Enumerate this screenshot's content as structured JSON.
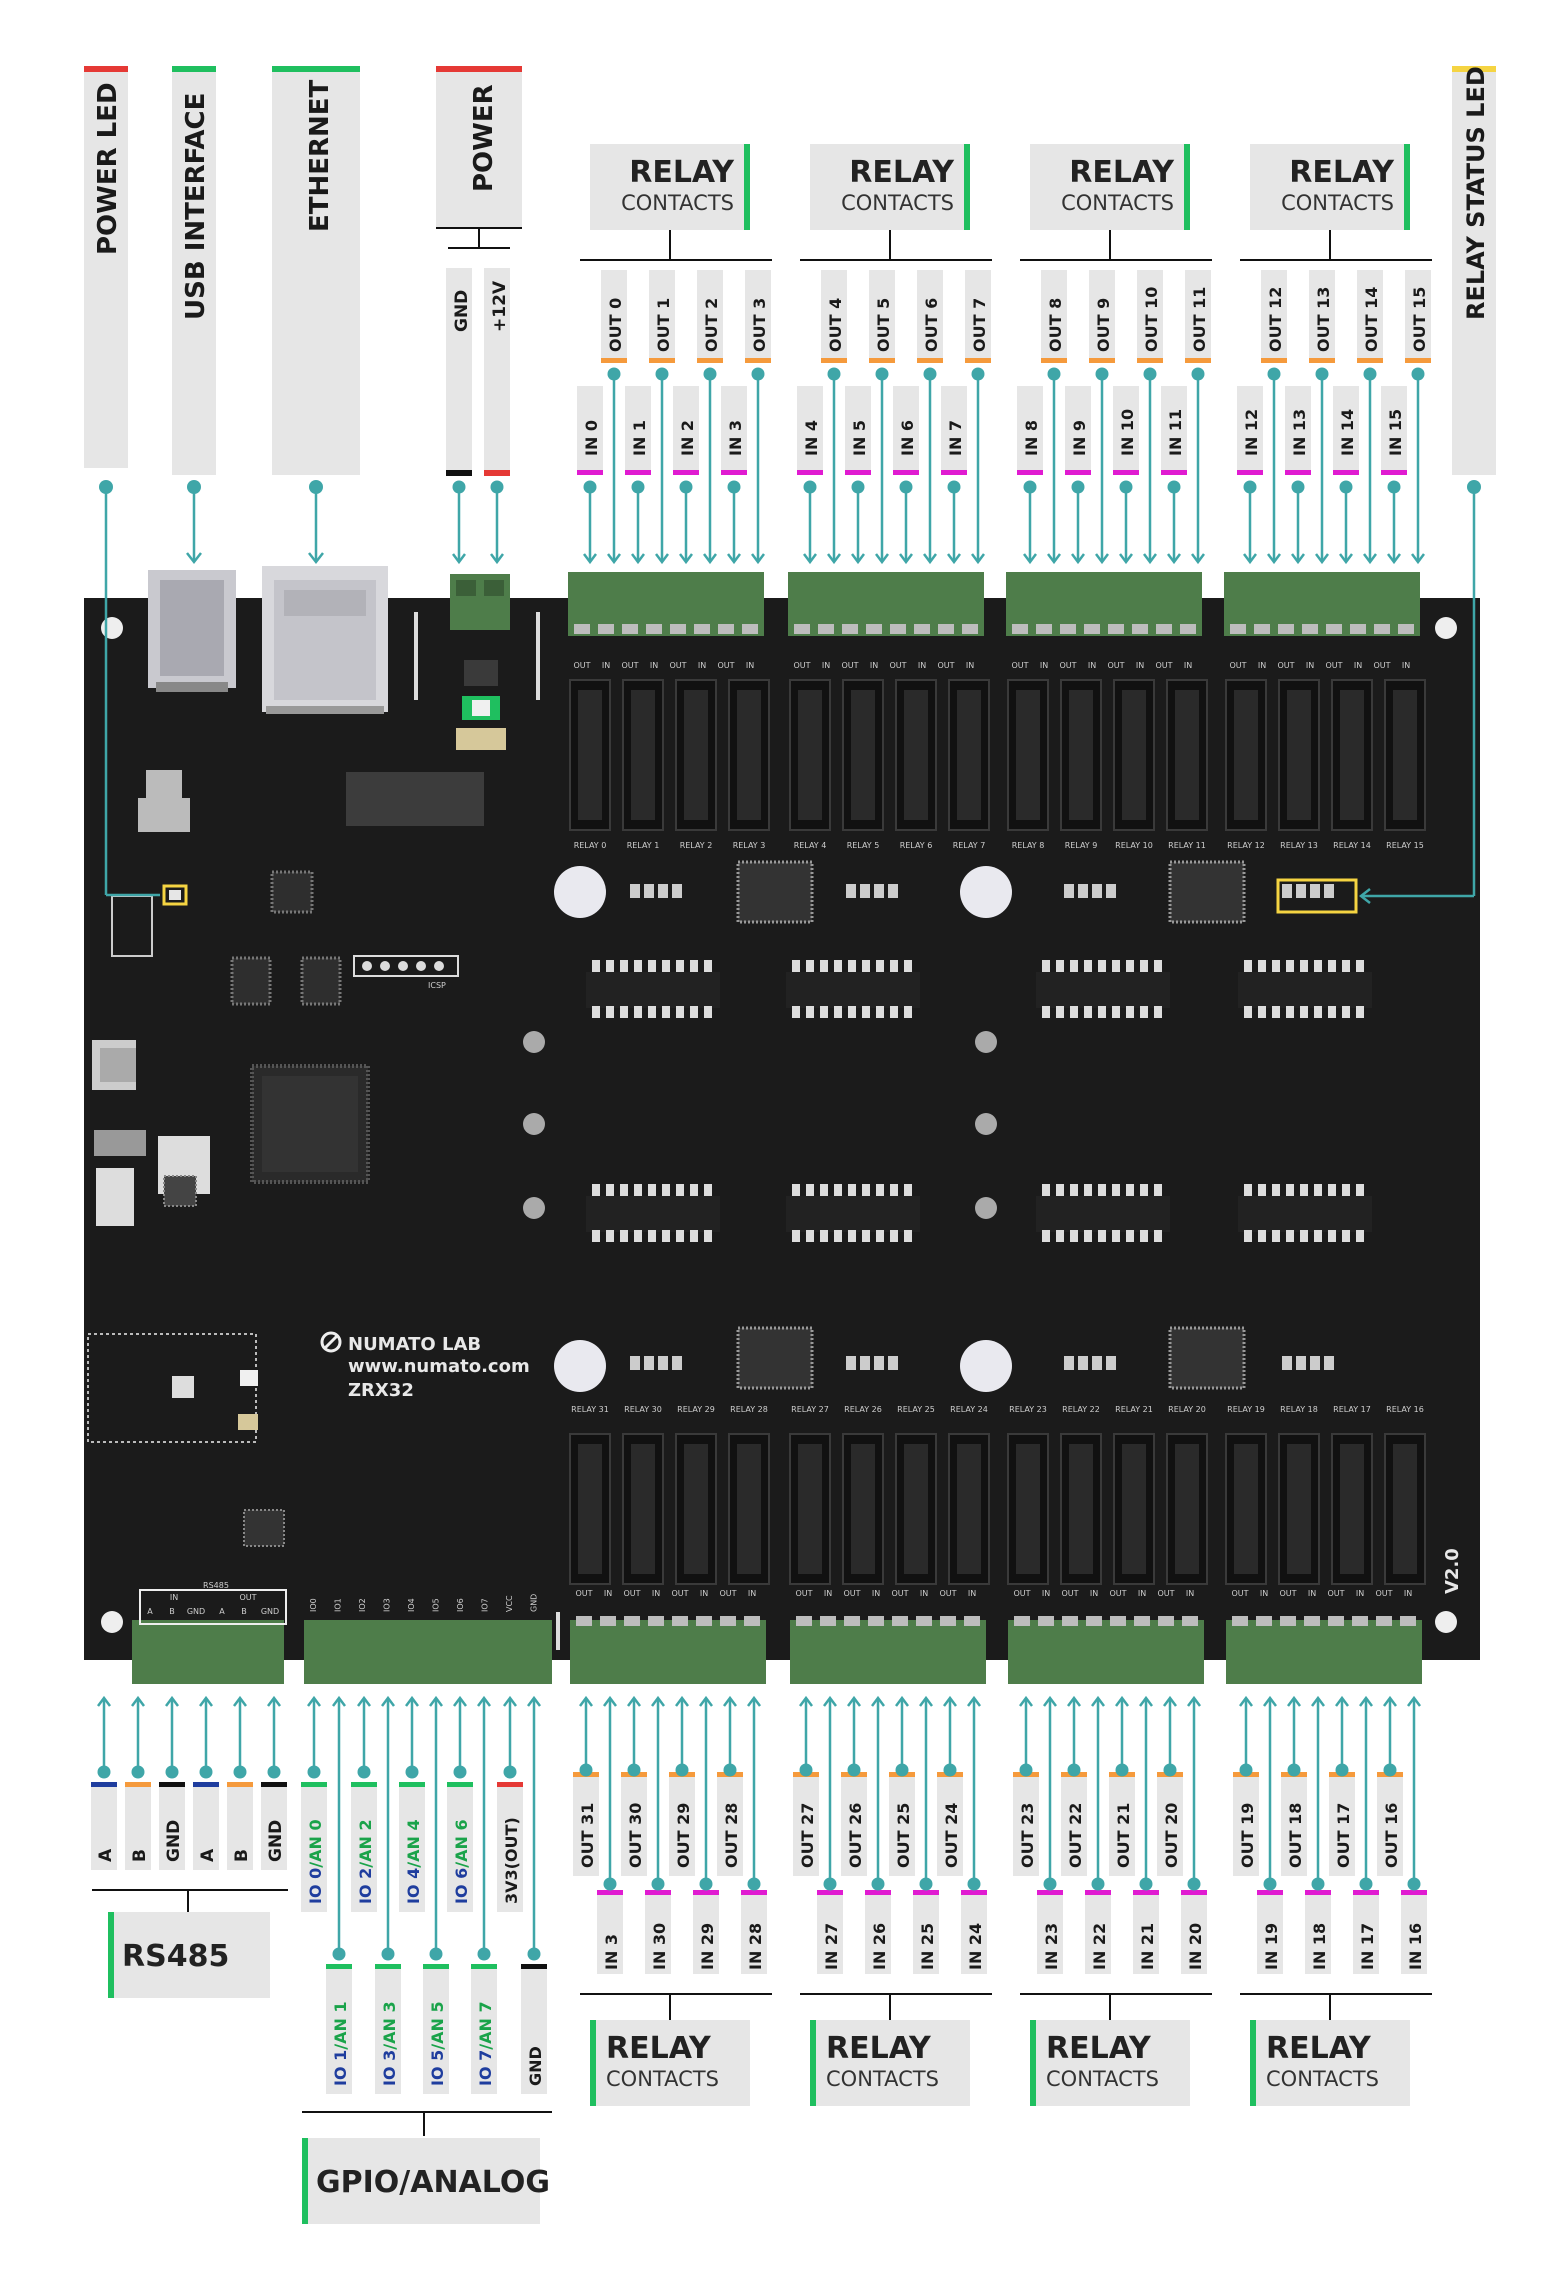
{
  "colors": {
    "board": "#1b1b1b",
    "connector": "#4e7d4a",
    "wire": "#3fa6a8",
    "label_bg": "#e6e6e6",
    "accent_red": "#e53935",
    "accent_green": "#1fbf5f",
    "accent_yellow": "#f5d442",
    "accent_orange": "#f59a3c",
    "accent_magenta": "#e01bd1",
    "accent_blue": "#1f3d9e",
    "accent_black": "#111111",
    "io_blue": "#1f3d9e",
    "io_green": "#1aa34a"
  },
  "top_labels": {
    "power_led": "POWER LED",
    "usb_interface": "USB INTERFACE",
    "ethernet": "ETHERNET",
    "power": "POWER",
    "relay_status_led": "RELAY STATUS LED"
  },
  "power_pins": [
    "GND",
    "+12V"
  ],
  "relay_box": {
    "title": "RELAY",
    "subtitle": "CONTACTS"
  },
  "top_groups": [
    {
      "outs": [
        "OUT 0",
        "OUT 1",
        "OUT 2",
        "OUT 3"
      ],
      "ins": [
        "IN 0",
        "IN 1",
        "IN 2",
        "IN 3"
      ]
    },
    {
      "outs": [
        "OUT 4",
        "OUT 5",
        "OUT 6",
        "OUT 7"
      ],
      "ins": [
        "IN 4",
        "IN 5",
        "IN 6",
        "IN 7"
      ]
    },
    {
      "outs": [
        "OUT 8",
        "OUT 9",
        "OUT 10",
        "OUT 11"
      ],
      "ins": [
        "IN 8",
        "IN 9",
        "IN 10",
        "IN 11"
      ]
    },
    {
      "outs": [
        "OUT 12",
        "OUT 13",
        "OUT 14",
        "OUT 15"
      ],
      "ins": [
        "IN 12",
        "IN 13",
        "IN 14",
        "IN 15"
      ]
    }
  ],
  "bottom_groups": [
    {
      "outs": [
        "OUT 31",
        "OUT 30",
        "OUT 29",
        "OUT 28"
      ],
      "ins": [
        "IN 3",
        "IN 30",
        "IN 29",
        "IN 28"
      ]
    },
    {
      "outs": [
        "OUT 27",
        "OUT 26",
        "OUT 25",
        "OUT 24"
      ],
      "ins": [
        "IN 27",
        "IN 26",
        "IN 25",
        "IN 24"
      ]
    },
    {
      "outs": [
        "OUT 23",
        "OUT 22",
        "OUT 21",
        "OUT 20"
      ],
      "ins": [
        "IN 23",
        "IN 22",
        "IN 21",
        "IN 20"
      ]
    },
    {
      "outs": [
        "OUT 19",
        "OUT 18",
        "OUT 17",
        "OUT 16"
      ],
      "ins": [
        "IN 19",
        "IN 18",
        "IN 17",
        "IN 16"
      ]
    }
  ],
  "rs485": {
    "title": "RS485",
    "pins": [
      "A",
      "B",
      "GND",
      "A",
      "B",
      "GND"
    ]
  },
  "gpio": {
    "title": "GPIO/ANALOG",
    "upper": [
      {
        "io": "IO 0",
        "an": "AN 0"
      },
      {
        "io": "IO 2",
        "an": "AN 2"
      },
      {
        "io": "IO 4",
        "an": "AN 4"
      },
      {
        "io": "IO 6",
        "an": "AN 6"
      }
    ],
    "upper_extra": "3V3(OUT)",
    "lower": [
      {
        "io": "IO 1",
        "an": "AN 1"
      },
      {
        "io": "IO 3",
        "an": "AN 3"
      },
      {
        "io": "IO 5",
        "an": "AN 5"
      },
      {
        "io": "IO 7",
        "an": "AN 7"
      }
    ],
    "lower_extra": "GND"
  },
  "board_text": {
    "brand": "NUMATO LAB",
    "url": "www.numato.com",
    "model": "ZRX32",
    "version": "V2.0",
    "icsp": "ICSP"
  },
  "relay_silk_top": [
    "RELAY 0",
    "RELAY 1",
    "RELAY 2",
    "RELAY 3",
    "RELAY 4",
    "RELAY 5",
    "RELAY 6",
    "RELAY 7",
    "RELAY 8",
    "RELAY 9",
    "RELAY 10",
    "RELAY 11",
    "RELAY 12",
    "RELAY 13",
    "RELAY 14",
    "RELAY 15"
  ],
  "relay_silk_bottom": [
    "RELAY 31",
    "RELAY 30",
    "RELAY 29",
    "RELAY 28",
    "RELAY 27",
    "RELAY 26",
    "RELAY 25",
    "RELAY 24",
    "RELAY 23",
    "RELAY 22",
    "RELAY 21",
    "RELAY 20",
    "RELAY 19",
    "RELAY 18",
    "RELAY 17",
    "RELAY 16"
  ],
  "terminal_silk_top": [
    "OUT",
    "IN",
    "OUT",
    "IN",
    "OUT",
    "IN",
    "OUT",
    "IN"
  ],
  "terminal_silk_bottom": [
    "OUT",
    "IN",
    "OUT",
    "IN",
    "OUT",
    "IN",
    "OUT",
    "IN"
  ],
  "rs485_silk": {
    "header": "RS485",
    "in": "IN",
    "out": "OUT",
    "pins": [
      "A",
      "B",
      "GND",
      "A",
      "B",
      "GND"
    ]
  },
  "gpio_silk": [
    "IO0",
    "IO1",
    "IO2",
    "IO3",
    "IO4",
    "IO5",
    "IO6",
    "IO7",
    "VCC",
    "GND"
  ]
}
